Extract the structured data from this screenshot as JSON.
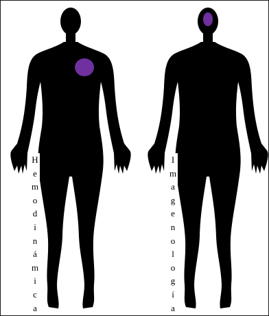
{
  "colors": {
    "frame": "#1a1a1a",
    "silhouette": "#000000",
    "highlight": "#7030a0",
    "background": "#ffffff"
  },
  "figures": [
    {
      "name": "figure-left",
      "highlight_region": "chest-heart",
      "label": "Hemodinámica"
    },
    {
      "name": "figure-right",
      "highlight_region": "head-brain",
      "label": "Imagenología"
    }
  ]
}
